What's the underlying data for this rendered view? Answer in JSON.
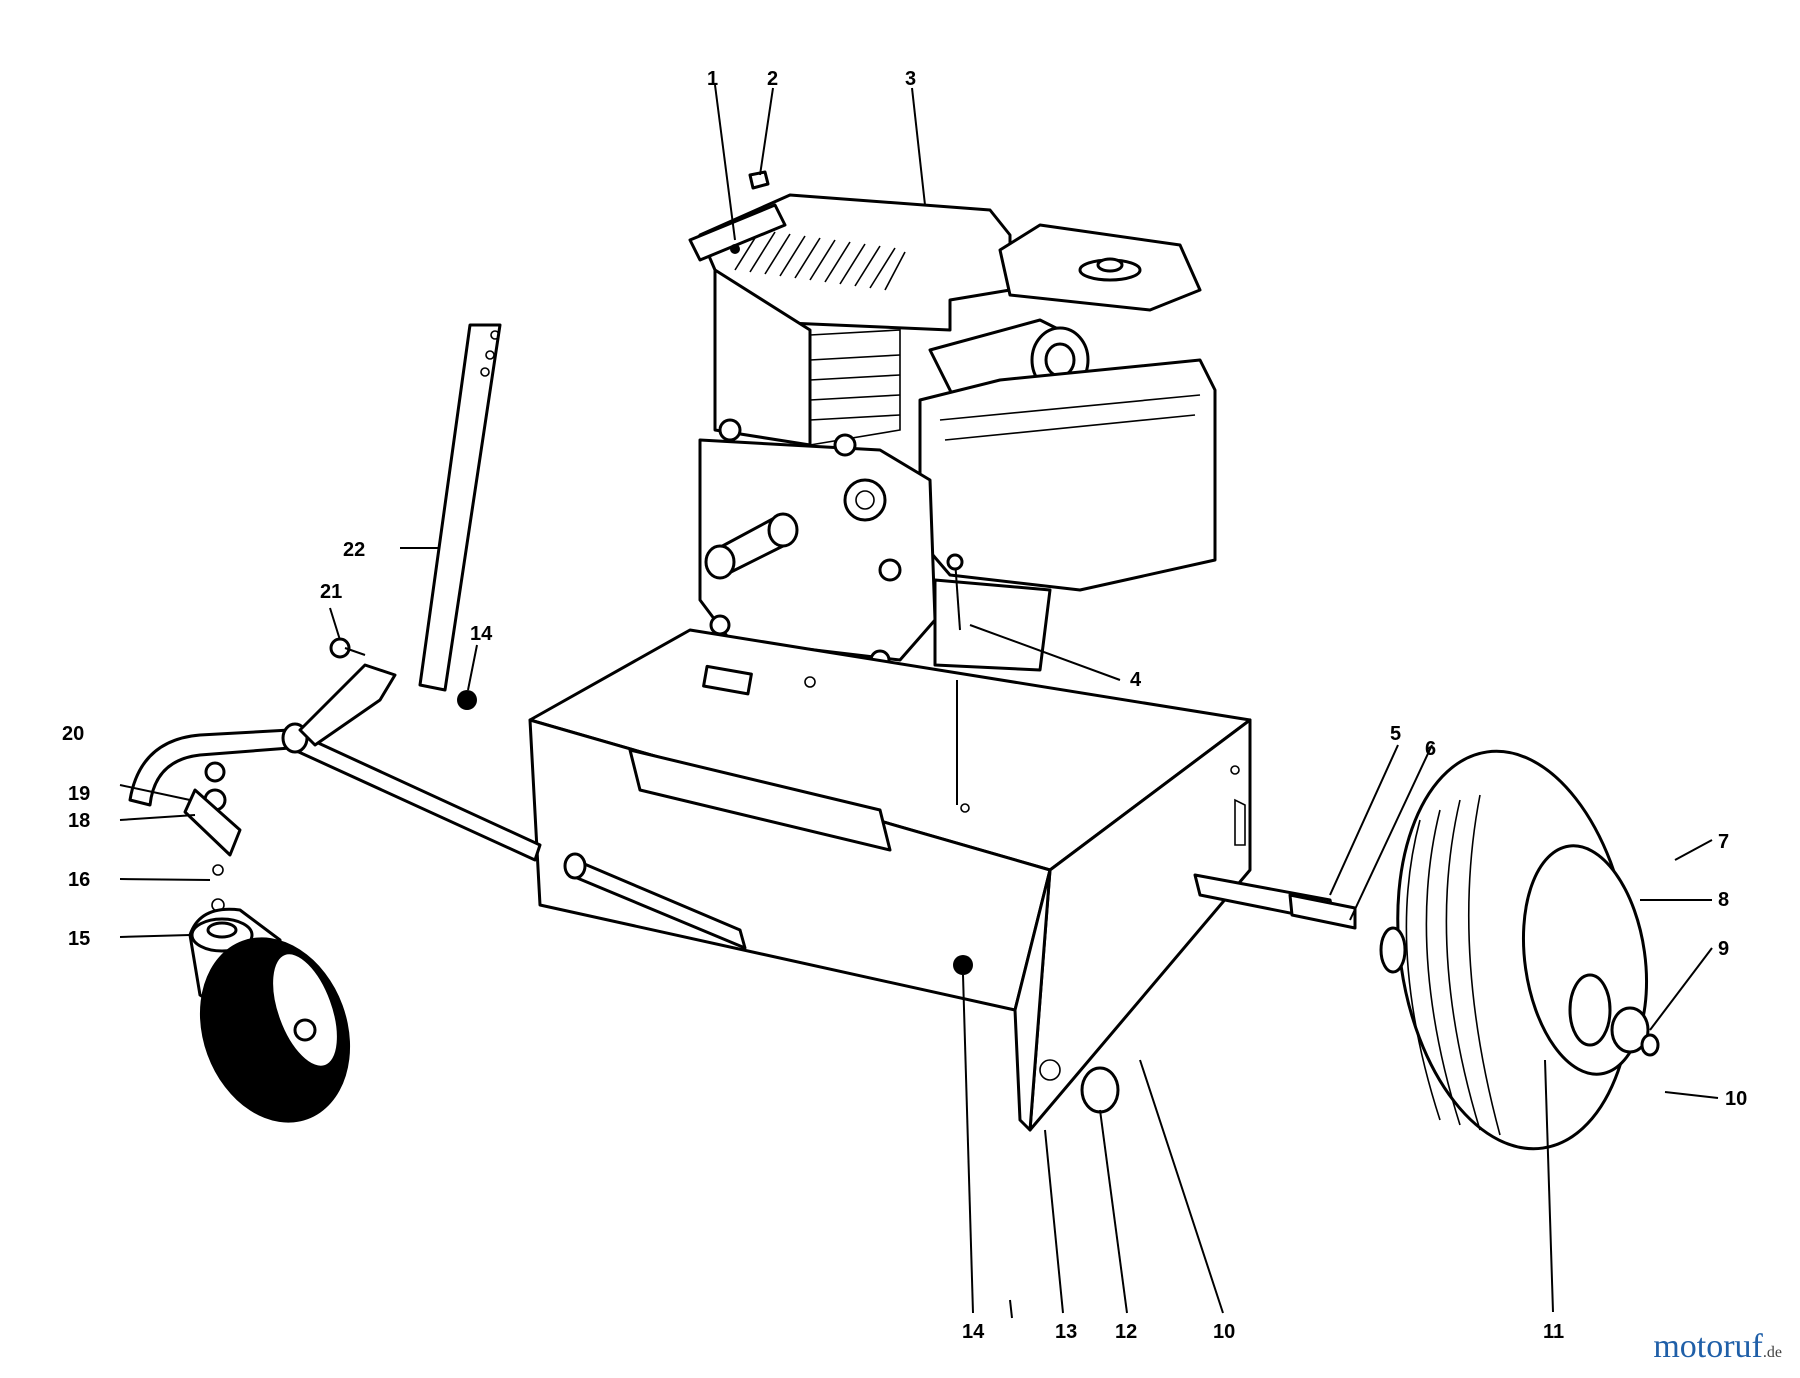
{
  "callouts": [
    "1",
    "2",
    "3",
    "4",
    "5",
    "6",
    "7",
    "8",
    "9",
    "10",
    "11",
    "12",
    "13",
    "14",
    "15",
    "16",
    "18",
    "19",
    "20",
    "21",
    "22"
  ],
  "watermark": {
    "brand": "motoruf",
    "domain": ".de",
    "brand_color": "#1f5fa8",
    "accent_color": "#2b8a3e"
  }
}
